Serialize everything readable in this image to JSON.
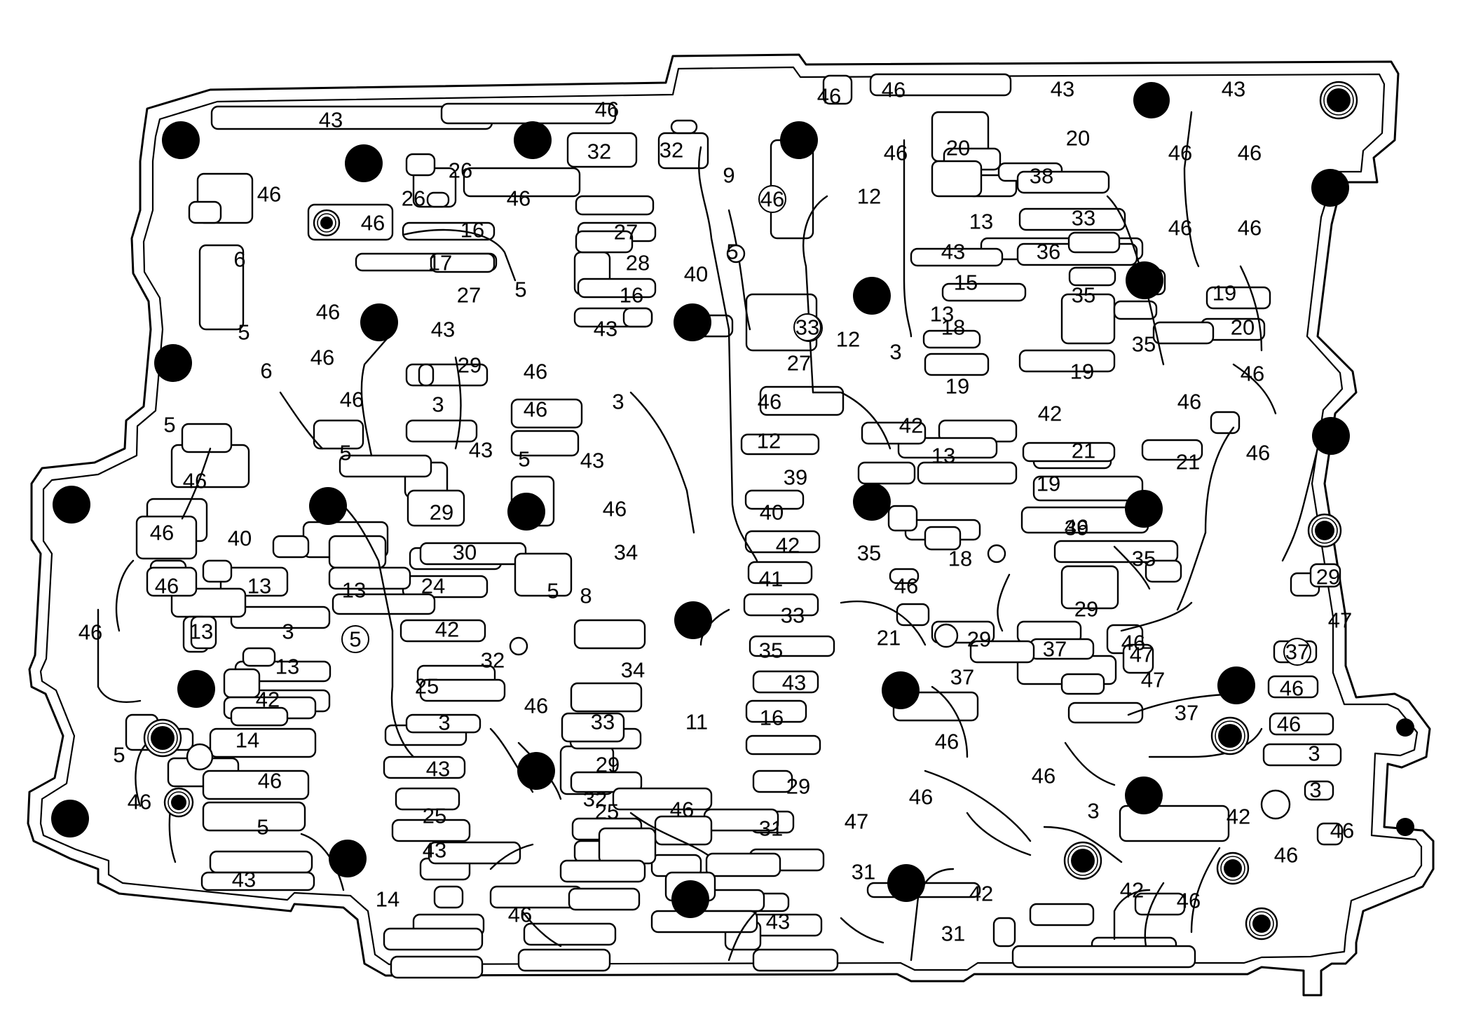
{
  "diagram": {
    "subject": "valve body passage layout",
    "labels": [
      {
        "id": "L1",
        "text": "43"
      },
      {
        "id": "L2",
        "text": "46"
      },
      {
        "id": "L3",
        "text": "32"
      },
      {
        "id": "L4",
        "text": "32"
      },
      {
        "id": "L5",
        "text": "9"
      },
      {
        "id": "L6",
        "text": "46"
      },
      {
        "id": "L7",
        "text": "46"
      },
      {
        "id": "L8",
        "text": "43"
      },
      {
        "id": "L9",
        "text": "43"
      },
      {
        "id": "L10",
        "text": "46"
      },
      {
        "id": "L11",
        "text": "20"
      },
      {
        "id": "L12",
        "text": "20"
      },
      {
        "id": "L13",
        "text": "46"
      },
      {
        "id": "L14",
        "text": "46"
      },
      {
        "id": "L15",
        "text": "26"
      },
      {
        "id": "L16",
        "text": "26"
      },
      {
        "id": "L17",
        "text": "46"
      },
      {
        "id": "L18",
        "text": "46"
      },
      {
        "id": "L19",
        "text": "46"
      },
      {
        "id": "L20",
        "text": "12"
      },
      {
        "id": "L21",
        "text": "13"
      },
      {
        "id": "L22",
        "text": "38"
      },
      {
        "id": "L23",
        "text": "33"
      },
      {
        "id": "L24",
        "text": "46"
      },
      {
        "id": "L25",
        "text": "46"
      },
      {
        "id": "L26",
        "text": "16"
      },
      {
        "id": "L27",
        "text": "27"
      },
      {
        "id": "L28",
        "text": "5"
      },
      {
        "id": "L29",
        "text": "46"
      },
      {
        "id": "L30",
        "text": "43"
      },
      {
        "id": "L31",
        "text": "36"
      },
      {
        "id": "L32",
        "text": "6"
      },
      {
        "id": "L33",
        "text": "17"
      },
      {
        "id": "L34",
        "text": "28"
      },
      {
        "id": "L35",
        "text": "40"
      },
      {
        "id": "L36",
        "text": "15"
      },
      {
        "id": "L37",
        "text": "27"
      },
      {
        "id": "L38",
        "text": "5"
      },
      {
        "id": "L39",
        "text": "16"
      },
      {
        "id": "L40",
        "text": "35"
      },
      {
        "id": "L41",
        "text": "19"
      },
      {
        "id": "L42",
        "text": "46"
      },
      {
        "id": "L43",
        "text": "13"
      },
      {
        "id": "L44",
        "text": "5"
      },
      {
        "id": "L45",
        "text": "43"
      },
      {
        "id": "L46",
        "text": "43"
      },
      {
        "id": "L47",
        "text": "46"
      },
      {
        "id": "L48",
        "text": "12"
      },
      {
        "id": "L49",
        "text": "18"
      },
      {
        "id": "L50",
        "text": "20"
      },
      {
        "id": "L51",
        "text": "35"
      },
      {
        "id": "L52",
        "text": "3"
      },
      {
        "id": "L53",
        "text": "27"
      },
      {
        "id": "L54",
        "text": "46"
      },
      {
        "id": "L55",
        "text": "6"
      },
      {
        "id": "L56",
        "text": "29"
      },
      {
        "id": "L57",
        "text": "46"
      },
      {
        "id": "L58",
        "text": "33"
      },
      {
        "id": "L59",
        "text": "19"
      },
      {
        "id": "L60",
        "text": "46"
      },
      {
        "id": "L61",
        "text": "46"
      },
      {
        "id": "L62",
        "text": "19"
      },
      {
        "id": "L63",
        "text": "3"
      },
      {
        "id": "L64",
        "text": "46"
      },
      {
        "id": "L65",
        "text": "3"
      },
      {
        "id": "L66",
        "text": "46"
      },
      {
        "id": "L67",
        "text": "42"
      },
      {
        "id": "L68",
        "text": "46"
      },
      {
        "id": "L69",
        "text": "5"
      },
      {
        "id": "L70",
        "text": "42"
      },
      {
        "id": "L71",
        "text": "5"
      },
      {
        "id": "L72",
        "text": "43"
      },
      {
        "id": "L73",
        "text": "5"
      },
      {
        "id": "L74",
        "text": "43"
      },
      {
        "id": "L75",
        "text": "12"
      },
      {
        "id": "L76",
        "text": "13"
      },
      {
        "id": "L77",
        "text": "21"
      },
      {
        "id": "L78",
        "text": "21"
      },
      {
        "id": "L79",
        "text": "46"
      },
      {
        "id": "L80",
        "text": "46"
      },
      {
        "id": "L81",
        "text": "39"
      },
      {
        "id": "L82",
        "text": "19"
      },
      {
        "id": "L83",
        "text": "29"
      },
      {
        "id": "L84",
        "text": "46"
      },
      {
        "id": "L85",
        "text": "40"
      },
      {
        "id": "L86",
        "text": "40"
      },
      {
        "id": "L87",
        "text": "46"
      },
      {
        "id": "L88",
        "text": "39"
      },
      {
        "id": "L89",
        "text": "46"
      },
      {
        "id": "L90",
        "text": "30"
      },
      {
        "id": "L91",
        "text": "34"
      },
      {
        "id": "L92",
        "text": "42"
      },
      {
        "id": "L93",
        "text": "35"
      },
      {
        "id": "L94",
        "text": "18"
      },
      {
        "id": "L95",
        "text": "35"
      },
      {
        "id": "L96",
        "text": "29"
      },
      {
        "id": "L97",
        "text": "46"
      },
      {
        "id": "L98",
        "text": "13"
      },
      {
        "id": "L99",
        "text": "13"
      },
      {
        "id": "L100",
        "text": "24"
      },
      {
        "id": "L101",
        "text": "5"
      },
      {
        "id": "L102",
        "text": "8"
      },
      {
        "id": "L103",
        "text": "41"
      },
      {
        "id": "L104",
        "text": "46"
      },
      {
        "id": "L105",
        "text": "29"
      },
      {
        "id": "L106",
        "text": "46"
      },
      {
        "id": "L107",
        "text": "13"
      },
      {
        "id": "L108",
        "text": "3"
      },
      {
        "id": "L109",
        "text": "42"
      },
      {
        "id": "L110",
        "text": "33"
      },
      {
        "id": "L111",
        "text": "47"
      },
      {
        "id": "L112",
        "text": "5"
      },
      {
        "id": "L113",
        "text": "21"
      },
      {
        "id": "L114",
        "text": "29"
      },
      {
        "id": "L115",
        "text": "47"
      },
      {
        "id": "L116",
        "text": "37"
      },
      {
        "id": "L117",
        "text": "46"
      },
      {
        "id": "L118",
        "text": "37"
      },
      {
        "id": "L119",
        "text": "13"
      },
      {
        "id": "L120",
        "text": "32"
      },
      {
        "id": "L121",
        "text": "34"
      },
      {
        "id": "L122",
        "text": "35"
      },
      {
        "id": "L123",
        "text": "47"
      },
      {
        "id": "L124",
        "text": "25"
      },
      {
        "id": "L125",
        "text": "43"
      },
      {
        "id": "L126",
        "text": "37"
      },
      {
        "id": "L127",
        "text": "46"
      },
      {
        "id": "L128",
        "text": "42"
      },
      {
        "id": "L129",
        "text": "46"
      },
      {
        "id": "L130",
        "text": "37"
      },
      {
        "id": "L131",
        "text": "3"
      },
      {
        "id": "L132",
        "text": "33"
      },
      {
        "id": "L133",
        "text": "11"
      },
      {
        "id": "L134",
        "text": "16"
      },
      {
        "id": "L135",
        "text": "46"
      },
      {
        "id": "L136",
        "text": "14"
      },
      {
        "id": "L137",
        "text": "5"
      },
      {
        "id": "L138",
        "text": "46"
      },
      {
        "id": "L139",
        "text": "46"
      },
      {
        "id": "L140",
        "text": "3"
      },
      {
        "id": "L141",
        "text": "43"
      },
      {
        "id": "L142",
        "text": "29"
      },
      {
        "id": "L143",
        "text": "46"
      },
      {
        "id": "L144",
        "text": "29"
      },
      {
        "id": "L145",
        "text": "32"
      },
      {
        "id": "L146",
        "text": "46"
      },
      {
        "id": "L147",
        "text": "46"
      },
      {
        "id": "L148",
        "text": "3"
      },
      {
        "id": "L149",
        "text": "25"
      },
      {
        "id": "L150",
        "text": "42"
      },
      {
        "id": "L151",
        "text": "5"
      },
      {
        "id": "L152",
        "text": "31"
      },
      {
        "id": "L153",
        "text": "3"
      },
      {
        "id": "L154",
        "text": "47"
      },
      {
        "id": "L155",
        "text": "46"
      },
      {
        "id": "L156",
        "text": "25"
      },
      {
        "id": "L157",
        "text": "46"
      },
      {
        "id": "L158",
        "text": "43"
      },
      {
        "id": "L159",
        "text": "46"
      },
      {
        "id": "L160",
        "text": "31"
      },
      {
        "id": "L161",
        "text": "42"
      },
      {
        "id": "L162",
        "text": "14"
      },
      {
        "id": "L163",
        "text": "46"
      },
      {
        "id": "L164",
        "text": "42"
      },
      {
        "id": "L165",
        "text": "46"
      },
      {
        "id": "L166",
        "text": "43"
      },
      {
        "id": "L167",
        "text": "43"
      },
      {
        "id": "L168",
        "text": "31"
      }
    ],
    "circled_labels": [
      "L18",
      "L47",
      "L58",
      "L112",
      "L118"
    ]
  }
}
